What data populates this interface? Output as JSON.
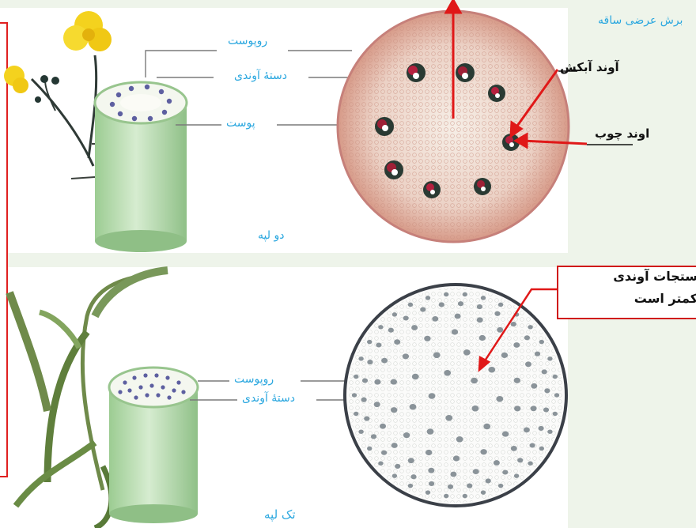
{
  "labels": {
    "section_title": "برش عرضی ساقه",
    "dicot_epidermis": "روپوست",
    "dicot_bundle": "دستهٔ آوندی",
    "dicot_cortex": "پوست",
    "dicot_caption": "دو لپه",
    "phloem": "آوند آبکش",
    "xylem": "اوند چوب",
    "monocot_epidermis": "روپوست",
    "monocot_bundle": "دستهٔ آوندی",
    "monocot_caption": "تک لپه"
  },
  "note": {
    "line1": "ستجات آوندی",
    "line2": "کمتر است"
  },
  "colors": {
    "label_cyan": "#2aa7df",
    "annotation_red": "#e01818",
    "stem_green": "#b9dcb0",
    "dicot_section": "#e9b8a8",
    "flower_yellow": "#f4d21e"
  }
}
